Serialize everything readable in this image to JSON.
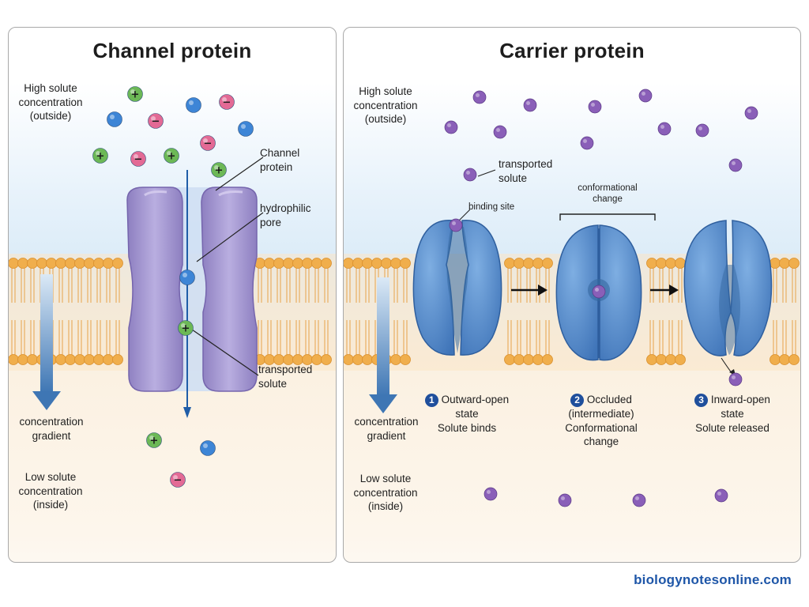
{
  "channel": {
    "title": "Channel protein",
    "high_label": [
      "High solute",
      "concentration",
      "(outside)"
    ],
    "low_label": [
      "Low solute",
      "concentration",
      "(inside)"
    ],
    "gradient_label": [
      "concentration",
      "gradient"
    ],
    "callout_channel": [
      "Channel",
      "protein"
    ],
    "callout_pore": [
      "hydrophilic",
      "pore"
    ],
    "callout_solute": [
      "transported",
      "solute"
    ],
    "ion_symbols": {
      "plus": "+",
      "minus": "−"
    }
  },
  "carrier": {
    "title": "Carrier protein",
    "high_label": [
      "High solute",
      "concentration",
      "(outside)"
    ],
    "low_label": [
      "Low solute",
      "concentration",
      "(inside)"
    ],
    "gradient_label": [
      "concentration",
      "gradient"
    ],
    "callout_solute": [
      "transported",
      "solute"
    ],
    "callout_binding": "binding site",
    "callout_conformational": [
      "conformational",
      "change"
    ],
    "steps": [
      {
        "number": "1",
        "lines": [
          "Outward-open",
          "state",
          "Solute binds"
        ]
      },
      {
        "number": "2",
        "lines": [
          "Occluded",
          "(intermediate)",
          "Conformational",
          "change"
        ]
      },
      {
        "number": "3",
        "lines": [
          "Inward-open",
          "state",
          "Solute released"
        ]
      }
    ]
  },
  "footer": "biologynotesonline.com",
  "colors": {
    "protein_channel": "#a79ad3",
    "protein_carrier": "#4f86c8",
    "ion_plus": "#6cb856",
    "ion_minus": "#e36a95",
    "ion_neutral": "#3d85d6",
    "solute_carrier": "#8a5fb8",
    "lipid_head": "#f0ae4c",
    "arrow": "#1f5da8",
    "footer": "#1e56a8"
  }
}
